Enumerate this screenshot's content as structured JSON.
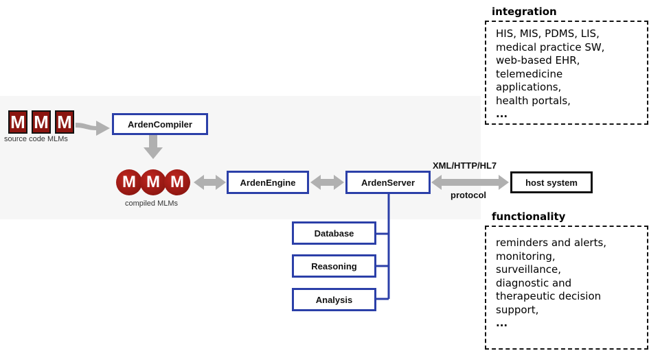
{
  "source": {
    "letters": [
      "M",
      "M",
      "M"
    ],
    "label": "source code MLMs"
  },
  "compiled": {
    "letters": [
      "M",
      "M",
      "M"
    ],
    "label": "compiled MLMs"
  },
  "boxes": {
    "compiler": "ArdenCompiler",
    "engine": "ArdenEngine",
    "server": "ArdenServer",
    "host": "host system",
    "database": "Database",
    "reasoning": "Reasoning",
    "analysis": "Analysis"
  },
  "protocol": {
    "top": "XML/HTTP/HL7",
    "bottom": "protocol"
  },
  "integration": {
    "title": "integration",
    "lines": [
      "HIS, MIS, PDMS, LIS,",
      "medical practice SW,",
      "web-based EHR,",
      "telemedicine",
      "applications,",
      "health portals,"
    ],
    "ellipsis": "..."
  },
  "functionality": {
    "title": "functionality",
    "lines": [
      "reminders and alerts,",
      "monitoring,",
      "surveillance,",
      "diagnostic and",
      "therapeutic decision",
      "support,"
    ],
    "ellipsis": "..."
  },
  "colors": {
    "box_border": "#2b3fa8",
    "mlm_red": "#8b1510",
    "arrow_gray": "#b0b0b0"
  }
}
